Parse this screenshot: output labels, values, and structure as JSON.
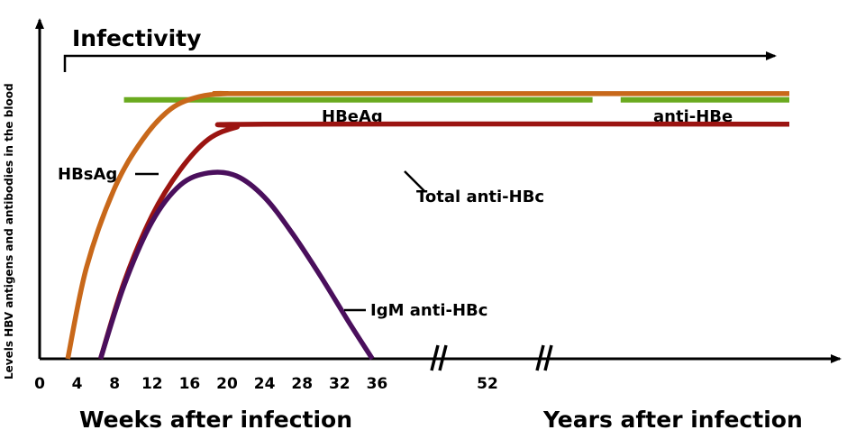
{
  "chart_data": {
    "type": "line",
    "title": "Infectivity",
    "ylabel": "Levels HBV antigens and antibodies in the blood",
    "xlabel_weeks": "Weeks after infection",
    "xlabel_years": "Years after infection",
    "x_ticks_weeks": [
      "0",
      "4",
      "8",
      "12",
      "16",
      "20",
      "24",
      "28",
      "32",
      "36"
    ],
    "x_tick_extra": "52",
    "xlim": [
      0,
      86
    ],
    "ylim": [
      0,
      100
    ],
    "bars": [
      {
        "name": "HBeAg",
        "color": "#6aaa1f",
        "x": [
          9,
          59
        ],
        "y": 85
      },
      {
        "name": "anti-HBe",
        "color": "#6aaa1f",
        "x": [
          62,
          80
        ],
        "y": 85
      }
    ],
    "series": [
      {
        "name": "HBsAg",
        "color": "#c8681a",
        "x": [
          3,
          5,
          8,
          11,
          14,
          17,
          20,
          24,
          80
        ],
        "y": [
          0,
          30,
          56,
          72,
          82,
          86,
          87,
          87,
          87
        ]
      },
      {
        "name": "Total anti-HBc",
        "color": "#9b1411",
        "x": [
          6.5,
          9,
          12,
          15,
          18,
          21,
          24,
          80
        ],
        "y": [
          0,
          25,
          47,
          62,
          72,
          76,
          77,
          77
        ]
      },
      {
        "name": "IgM anti-HBc",
        "color": "#4a0f5c",
        "x": [
          6.5,
          9,
          12,
          15,
          18,
          21,
          24,
          27,
          30,
          33,
          35.5
        ],
        "y": [
          0,
          24,
          45,
          57,
          61,
          60,
          53,
          41,
          27,
          12,
          0
        ]
      }
    ]
  }
}
